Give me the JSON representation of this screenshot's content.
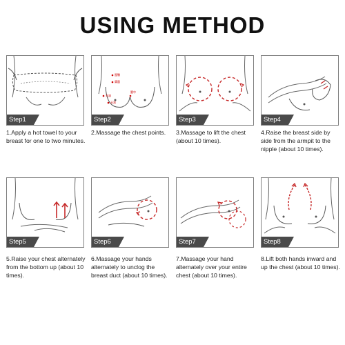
{
  "title": "USING METHOD",
  "accent_color": "#d32f2f",
  "steps": [
    {
      "label": "Step1",
      "caption": "1.Apply a hot towel to your breast for one to two minutes."
    },
    {
      "label": "Step2",
      "caption": "2.Massage the chest points."
    },
    {
      "label": "Step3",
      "caption": "3.Massage to lift the chest (about 10 times)."
    },
    {
      "label": "Step4",
      "caption": "4.Raise the breast side by side from the armpit to the nipple (about 10 times)."
    },
    {
      "label": "Step5",
      "caption": "5.Raise your chest alternately from the bottom up (about 10 times)."
    },
    {
      "label": "Step6",
      "caption": "6.Massage your hands alternately to unclog the breast duct (about 10 times)."
    },
    {
      "label": "Step7",
      "caption": "7.Massage your hand alternately over your entire chest (about 10 times)."
    },
    {
      "label": "Step8",
      "caption": "8.Lift both hands inward and up the chest (about 10 times)."
    }
  ],
  "acupoints": [
    "屋翳",
    "膺窗",
    "天溪",
    "天池",
    "膻中"
  ]
}
